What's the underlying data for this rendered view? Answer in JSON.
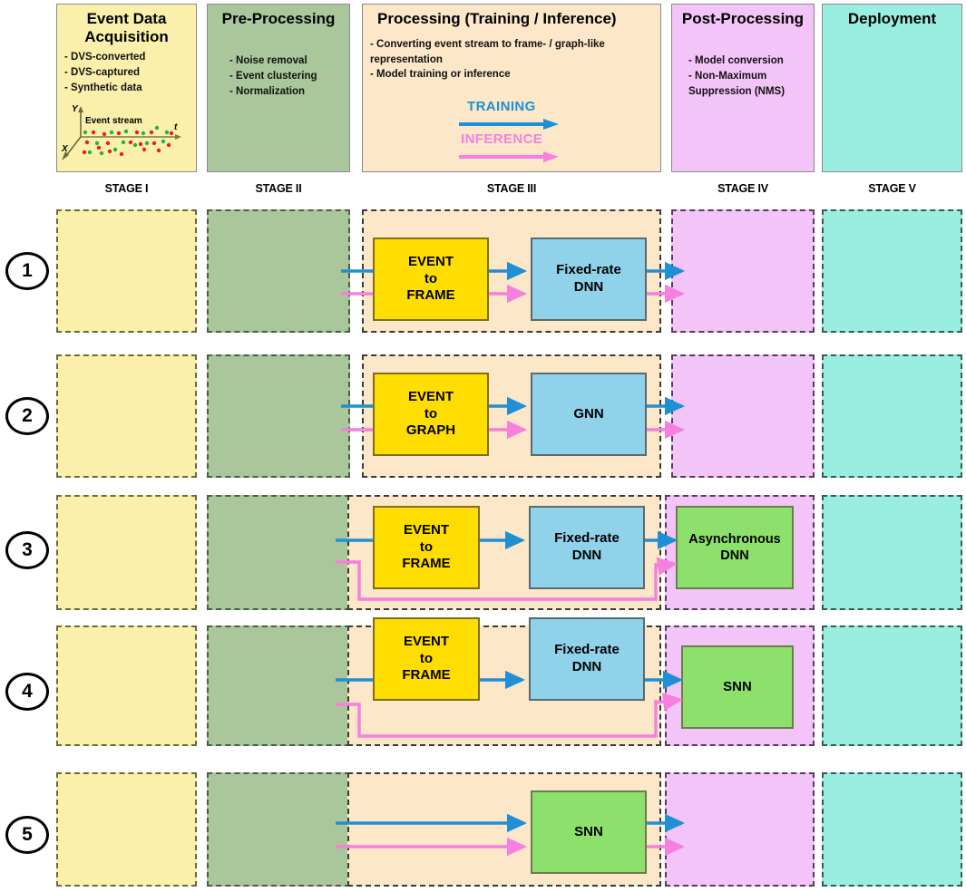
{
  "header": {
    "stages": [
      {
        "id": "stage1",
        "title": "Event Data Acquisition",
        "bullets": [
          "- DVS-converted",
          "- DVS-captured",
          "- Synthetic data"
        ],
        "color": "#faf0ac",
        "plot": {
          "y_axis_label": "Y",
          "x_axis_label": "X",
          "t_axis_label": "t",
          "caption": "Event stream",
          "dot_colors": [
            "#22b14c",
            "#ed1c24"
          ]
        }
      },
      {
        "id": "stage2",
        "title": "Pre-Processing",
        "bullets": [
          "- Noise removal",
          "- Event clustering",
          "- Normalization"
        ],
        "color": "#a9c79b"
      },
      {
        "id": "stage3",
        "title": "Processing (Training / Inference)",
        "body_lines": [
          "- Converting event stream to frame- /  graph-like",
          "representation",
          "- Model training or inference"
        ],
        "color": "#fce7c8",
        "legend": [
          {
            "label": "TRAINING",
            "color": "#1f8fd6"
          },
          {
            "label": "INFERENCE",
            "color": "#f77fe0"
          }
        ]
      },
      {
        "id": "stage4",
        "title": "Post-Processing",
        "bullets": [
          "- Model conversion",
          "- Non-Maximum",
          "Suppression (NMS)"
        ],
        "color": "#f2c4f7"
      },
      {
        "id": "stage5",
        "title": "Deployment",
        "bullets": [],
        "color": "#9aeee0"
      }
    ],
    "stage_labels": [
      "STAGE I",
      "STAGE II",
      "STAGE III",
      "STAGE IV",
      "STAGE V"
    ]
  },
  "rows": [
    {
      "number": "1",
      "boxes": [
        {
          "label": "EVENT to FRAME",
          "lines": [
            "EVENT",
            "to",
            "FRAME"
          ],
          "kind": "yellow",
          "stage": "III"
        },
        {
          "label": "Fixed-rate DNN",
          "lines": [
            "Fixed-rate",
            "DNN"
          ],
          "kind": "blue",
          "stage": "III"
        }
      ]
    },
    {
      "number": "2",
      "boxes": [
        {
          "label": "EVENT to GRAPH",
          "lines": [
            "EVENT",
            "to",
            "GRAPH"
          ],
          "kind": "yellow",
          "stage": "III"
        },
        {
          "label": "GNN",
          "lines": [
            "GNN"
          ],
          "kind": "blue",
          "stage": "III"
        }
      ]
    },
    {
      "number": "3",
      "boxes": [
        {
          "label": "EVENT to FRAME",
          "lines": [
            "EVENT",
            "to",
            "FRAME"
          ],
          "kind": "yellow",
          "stage": "III"
        },
        {
          "label": "Fixed-rate DNN",
          "lines": [
            "Fixed-rate",
            "DNN"
          ],
          "kind": "blue",
          "stage": "III"
        },
        {
          "label": "Asynchronous DNN",
          "lines": [
            "Asynchronous",
            "DNN"
          ],
          "kind": "green",
          "stage": "IV"
        }
      ]
    },
    {
      "number": "4",
      "boxes": [
        {
          "label": "EVENT to FRAME",
          "lines": [
            "EVENT",
            "to",
            "FRAME"
          ],
          "kind": "yellow",
          "stage": "III"
        },
        {
          "label": "Fixed-rate DNN",
          "lines": [
            "Fixed-rate",
            "DNN"
          ],
          "kind": "blue",
          "stage": "III"
        },
        {
          "label": "SNN",
          "lines": [
            "SNN"
          ],
          "kind": "green",
          "stage": "IV"
        }
      ]
    },
    {
      "number": "5",
      "boxes": [
        {
          "label": "SNN",
          "lines": [
            "SNN"
          ],
          "kind": "green",
          "stage": "III"
        }
      ]
    }
  ],
  "colors": {
    "training_arrow": "#1f8fd6",
    "inference_arrow": "#f77fe0",
    "yellow_box": "#ffdd00",
    "blue_box": "#8fd2ea",
    "green_box": "#8ce06b",
    "stage1_fill": "#faf0ac",
    "stage2_fill": "#a9c79b",
    "stage3_fill": "#fce7c8",
    "stage4_fill": "#f2c4f7",
    "stage5_fill": "#9aeee0"
  }
}
